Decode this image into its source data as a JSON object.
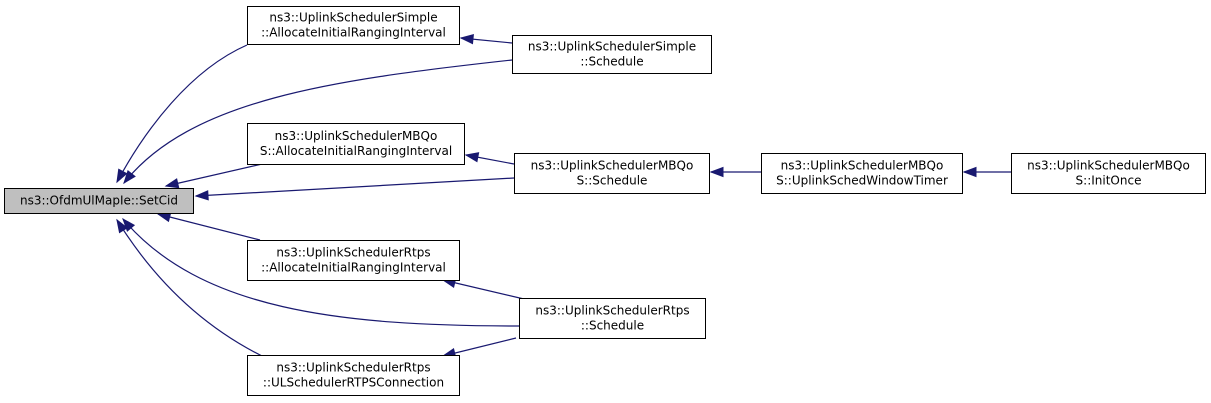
{
  "colors": {
    "edge": "#191970",
    "node_fill": "#ffffff",
    "root_fill": "#bfbfbf",
    "node_border": "#000000"
  },
  "nodes": [
    {
      "id": "setcid",
      "lines": [
        "ns3::OfdmUlMapIe::SetCid"
      ],
      "root": true
    },
    {
      "id": "simple-alloc",
      "lines": [
        "ns3::UplinkSchedulerSimple",
        "::AllocateInitialRangingInterval"
      ]
    },
    {
      "id": "simple-sched",
      "lines": [
        "ns3::UplinkSchedulerSimple",
        "::Schedule"
      ]
    },
    {
      "id": "mbqos-alloc",
      "lines": [
        "ns3::UplinkSchedulerMBQo",
        "S::AllocateInitialRangingInterval"
      ]
    },
    {
      "id": "mbqos-sched",
      "lines": [
        "ns3::UplinkSchedulerMBQo",
        "S::Schedule"
      ]
    },
    {
      "id": "mbqos-timer",
      "lines": [
        "ns3::UplinkSchedulerMBQo",
        "S::UplinkSchedWindowTimer"
      ]
    },
    {
      "id": "mbqos-init",
      "lines": [
        "ns3::UplinkSchedulerMBQo",
        "S::InitOnce"
      ]
    },
    {
      "id": "rtps-alloc",
      "lines": [
        "ns3::UplinkSchedulerRtps",
        "::AllocateInitialRangingInterval"
      ]
    },
    {
      "id": "rtps-sched",
      "lines": [
        "ns3::UplinkSchedulerRtps",
        "::Schedule"
      ]
    },
    {
      "id": "rtps-conn",
      "lines": [
        "ns3::UplinkSchedulerRtps",
        "::ULSchedulerRTPSConnection"
      ]
    }
  ],
  "edges": [
    {
      "from": "simple-alloc",
      "to": "setcid"
    },
    {
      "from": "simple-sched",
      "to": "setcid"
    },
    {
      "from": "mbqos-alloc",
      "to": "setcid"
    },
    {
      "from": "mbqos-sched",
      "to": "setcid"
    },
    {
      "from": "rtps-alloc",
      "to": "setcid"
    },
    {
      "from": "rtps-sched",
      "to": "setcid"
    },
    {
      "from": "rtps-conn",
      "to": "setcid"
    },
    {
      "from": "simple-sched",
      "to": "simple-alloc"
    },
    {
      "from": "mbqos-sched",
      "to": "mbqos-alloc"
    },
    {
      "from": "mbqos-timer",
      "to": "mbqos-sched"
    },
    {
      "from": "mbqos-init",
      "to": "mbqos-timer"
    },
    {
      "from": "rtps-sched",
      "to": "rtps-alloc"
    },
    {
      "from": "rtps-conn",
      "to": "rtps-alloc"
    }
  ]
}
